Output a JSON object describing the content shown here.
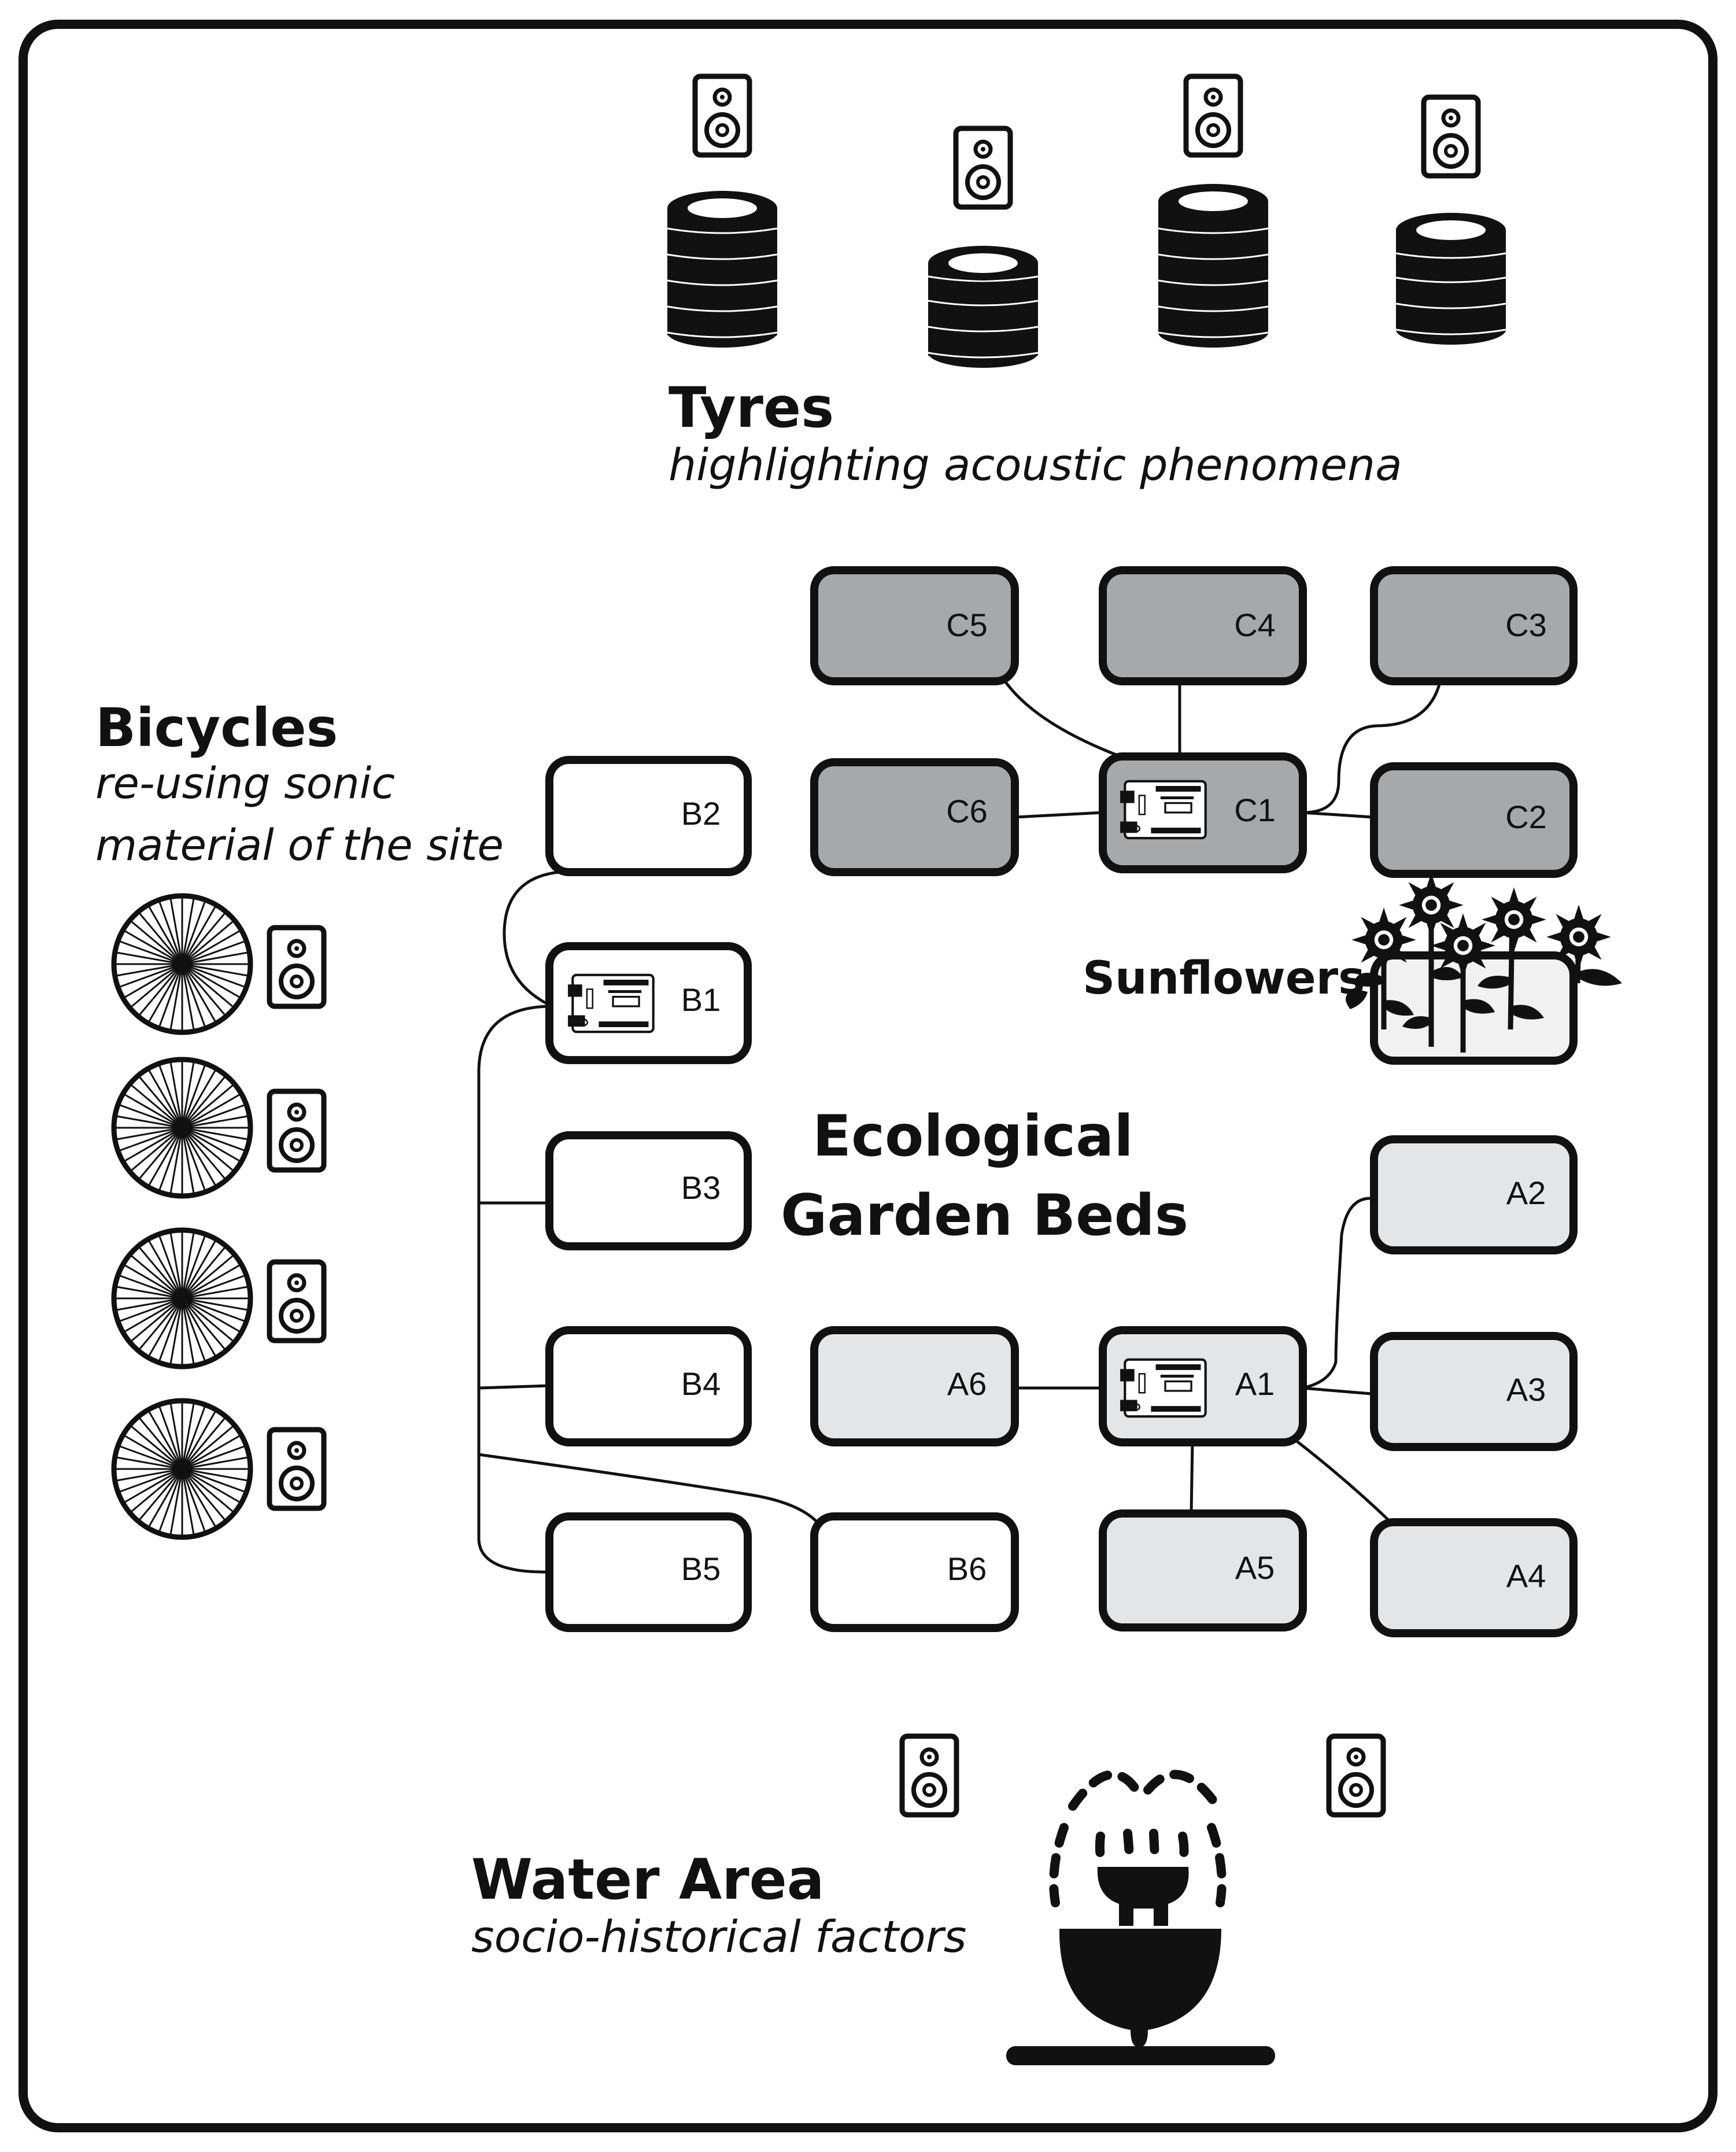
{
  "sections": {
    "tyres": {
      "title": "Tyres",
      "subtitle": "highlighting acoustic phenomena"
    },
    "bicycles": {
      "title": "Bicycles",
      "subtitle_line1": "re-using sonic",
      "subtitle_line2": "material of the site"
    },
    "garden": {
      "title_line1": "Ecological",
      "title_line2": "Garden Beds"
    },
    "sunflowers": {
      "title": "Sunflowers"
    },
    "water": {
      "title": "Water Area",
      "subtitle": "socio-historical factors"
    }
  },
  "beds": {
    "C5": "C5",
    "C4": "C4",
    "C3": "C3",
    "C6": "C6",
    "C1": "C1",
    "C2": "C2",
    "B1": "B1",
    "B2": "B2",
    "B3": "B3",
    "B4": "B4",
    "B5": "B5",
    "B6": "B6",
    "A1": "A1",
    "A2": "A2",
    "A3": "A3",
    "A4": "A4",
    "A5": "A5",
    "A6": "A6"
  },
  "colors": {
    "group_c": "#a7a8aa",
    "group_a": "#e4e5e6",
    "group_b": "#ffffff",
    "sunflower_bed": "#f1f1f1",
    "ink": "#111111"
  },
  "icons": [
    "speaker-icon",
    "tyre-stack-icon",
    "bicycle-wheel-icon",
    "microcontroller-board-icon",
    "sunflower-icon",
    "fountain-icon"
  ]
}
